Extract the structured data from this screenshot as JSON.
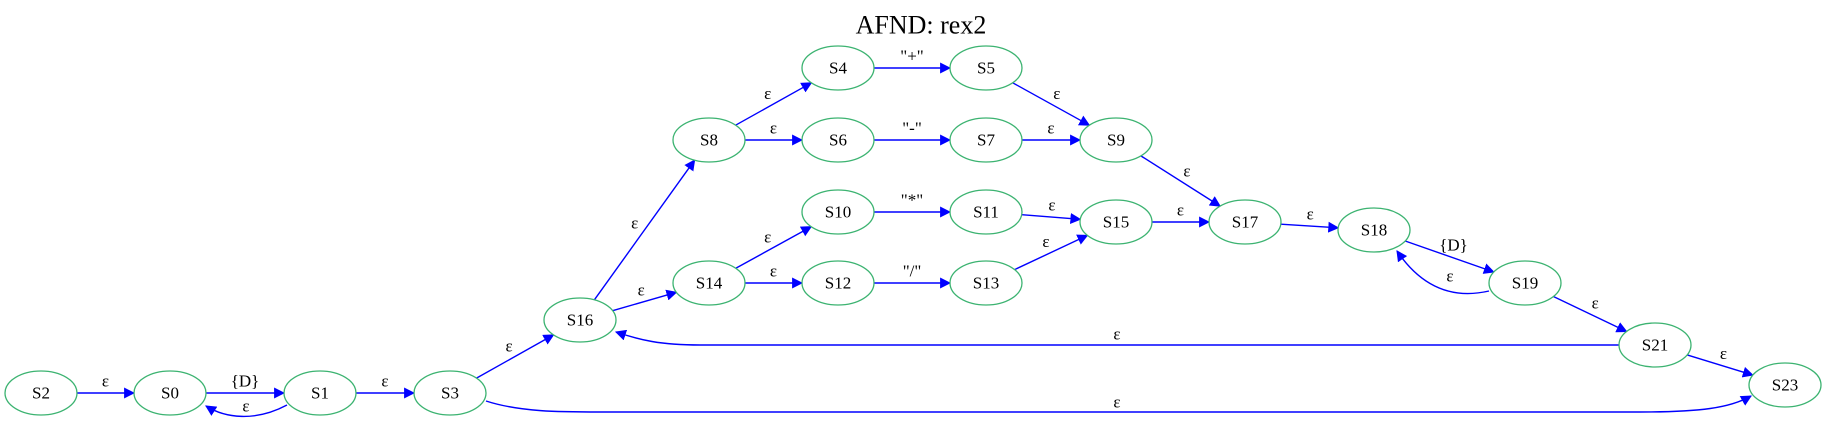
{
  "title": "AFND: rex2",
  "colors": {
    "node_stroke": "#3cb371",
    "edge": "#0000ff",
    "text": "#000000"
  },
  "nodes": [
    {
      "id": "S2",
      "label": "S2"
    },
    {
      "id": "S0",
      "label": "S0"
    },
    {
      "id": "S1",
      "label": "S1"
    },
    {
      "id": "S3",
      "label": "S3"
    },
    {
      "id": "S16",
      "label": "S16"
    },
    {
      "id": "S8",
      "label": "S8"
    },
    {
      "id": "S14",
      "label": "S14"
    },
    {
      "id": "S4",
      "label": "S4"
    },
    {
      "id": "S6",
      "label": "S6"
    },
    {
      "id": "S10",
      "label": "S10"
    },
    {
      "id": "S12",
      "label": "S12"
    },
    {
      "id": "S5",
      "label": "S5"
    },
    {
      "id": "S7",
      "label": "S7"
    },
    {
      "id": "S11",
      "label": "S11"
    },
    {
      "id": "S13",
      "label": "S13"
    },
    {
      "id": "S9",
      "label": "S9"
    },
    {
      "id": "S15",
      "label": "S15"
    },
    {
      "id": "S17",
      "label": "S17"
    },
    {
      "id": "S18",
      "label": "S18"
    },
    {
      "id": "S19",
      "label": "S19"
    },
    {
      "id": "S21",
      "label": "S21"
    },
    {
      "id": "S23",
      "label": "S23"
    }
  ],
  "edges": [
    {
      "from": "S2",
      "to": "S0",
      "label": "ε"
    },
    {
      "from": "S0",
      "to": "S1",
      "label": "{D}"
    },
    {
      "from": "S1",
      "to": "S0",
      "label": "ε"
    },
    {
      "from": "S1",
      "to": "S3",
      "label": "ε"
    },
    {
      "from": "S3",
      "to": "S16",
      "label": "ε"
    },
    {
      "from": "S3",
      "to": "S23",
      "label": "ε"
    },
    {
      "from": "S16",
      "to": "S8",
      "label": "ε"
    },
    {
      "from": "S16",
      "to": "S14",
      "label": "ε"
    },
    {
      "from": "S8",
      "to": "S4",
      "label": "ε"
    },
    {
      "from": "S8",
      "to": "S6",
      "label": "ε"
    },
    {
      "from": "S4",
      "to": "S5",
      "label": "\"+\""
    },
    {
      "from": "S6",
      "to": "S7",
      "label": "\"-\""
    },
    {
      "from": "S5",
      "to": "S9",
      "label": "ε"
    },
    {
      "from": "S7",
      "to": "S9",
      "label": "ε"
    },
    {
      "from": "S9",
      "to": "S17",
      "label": "ε"
    },
    {
      "from": "S14",
      "to": "S10",
      "label": "ε"
    },
    {
      "from": "S14",
      "to": "S12",
      "label": "ε"
    },
    {
      "from": "S10",
      "to": "S11",
      "label": "\"*\""
    },
    {
      "from": "S12",
      "to": "S13",
      "label": "\"/\""
    },
    {
      "from": "S11",
      "to": "S15",
      "label": "ε"
    },
    {
      "from": "S13",
      "to": "S15",
      "label": "ε"
    },
    {
      "from": "S15",
      "to": "S17",
      "label": "ε"
    },
    {
      "from": "S17",
      "to": "S18",
      "label": "ε"
    },
    {
      "from": "S18",
      "to": "S19",
      "label": "{D}"
    },
    {
      "from": "S19",
      "to": "S18",
      "label": "ε"
    },
    {
      "from": "S19",
      "to": "S21",
      "label": "ε"
    },
    {
      "from": "S21",
      "to": "S16",
      "label": "ε"
    },
    {
      "from": "S21",
      "to": "S23",
      "label": "ε"
    }
  ]
}
